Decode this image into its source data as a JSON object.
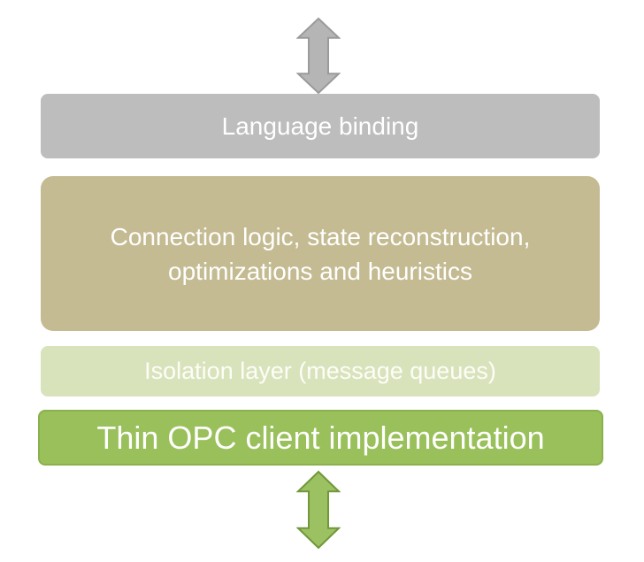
{
  "page": {
    "background": "#ffffff"
  },
  "layers": [
    {
      "label": "Language binding",
      "bg": "#bdbdbd",
      "text_color": "#ffffff"
    },
    {
      "label": "Connection logic, state reconstruction, optimizations and heuristics",
      "bg": "#c4bb92",
      "text_color": "#ffffff"
    },
    {
      "label": "Isolation layer (message queues)",
      "bg": "#d8e3bc",
      "text_color": "#fdfdf8"
    },
    {
      "label": "Thin OPC client implementation",
      "bg": "#99c05a",
      "border": "#8ab14c",
      "text_color": "#ffffff"
    }
  ],
  "arrows": {
    "top": {
      "name": "up-down-arrow",
      "fill": "#b5b5b5",
      "stroke": "#9a9a9a"
    },
    "bottom": {
      "name": "up-down-arrow",
      "fill": "#9cc162",
      "stroke": "#71973a"
    }
  }
}
